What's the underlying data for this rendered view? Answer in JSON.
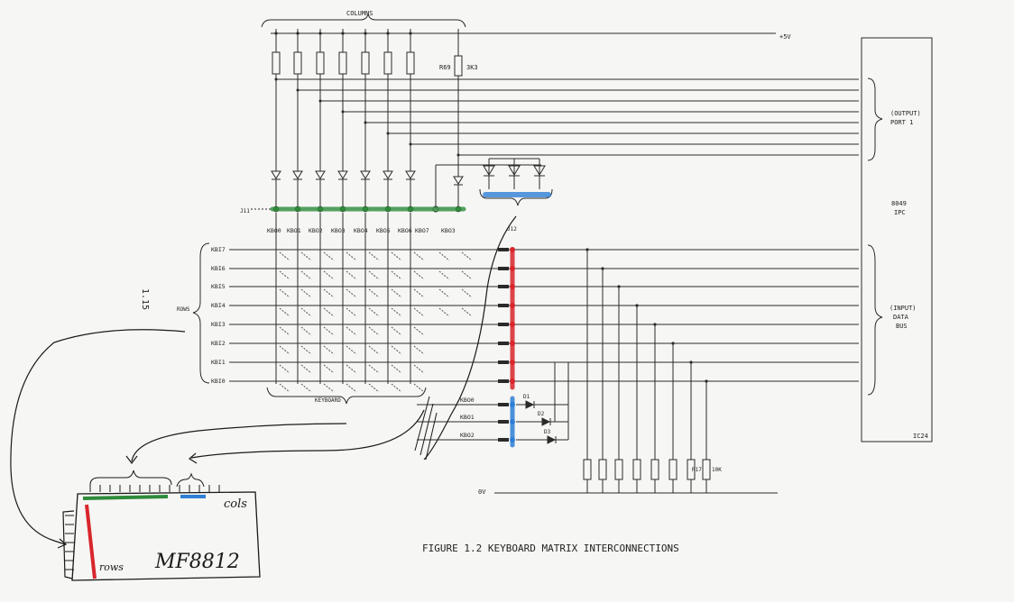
{
  "labels": {
    "columns": "COLUMNS",
    "plus5v": "+5V",
    "r69": "R69",
    "r69_value": "3K3",
    "j11": "J11",
    "j12": "J12",
    "rows": "ROWS",
    "keyboard": "KEYBOARD",
    "zero_v": "0V",
    "r17": "R17",
    "r17_value": "10K",
    "side_number": "1.15",
    "figure_caption": "FIGURE 1.2  KEYBOARD MATRIX INTERCONNECTIONS"
  },
  "column_labels": [
    "KBO0",
    "KBO1",
    "KBO2",
    "KBO3",
    "KBO4",
    "KBO5",
    "KBO6",
    "KBO7",
    "KBO3"
  ],
  "row_labels": [
    "KBI7",
    "KBI6",
    "KBI5",
    "KBI4",
    "KBI3",
    "KBI2",
    "KBI1",
    "KBI0"
  ],
  "lower_outputs": [
    "KBO0",
    "KBO1",
    "KBO2"
  ],
  "diodes": [
    "D1",
    "D2",
    "D3"
  ],
  "ic": {
    "output_port_line1": "(OUTPUT)",
    "output_port_line2": "PORT 1",
    "chip_line1": "8049",
    "chip_line2": "IPC",
    "input_bus_line1": "(INPUT)",
    "input_bus_line2": "DATA",
    "input_bus_line3": "BUS",
    "ref": "IC24"
  },
  "handwritten": {
    "cols": "cols",
    "rows": "rows",
    "part": "MF8812"
  },
  "colors": {
    "ink": "#222222",
    "green_marker": "#2e8b3a",
    "blue_marker": "#2f7fd6",
    "red_marker": "#d8262c"
  }
}
